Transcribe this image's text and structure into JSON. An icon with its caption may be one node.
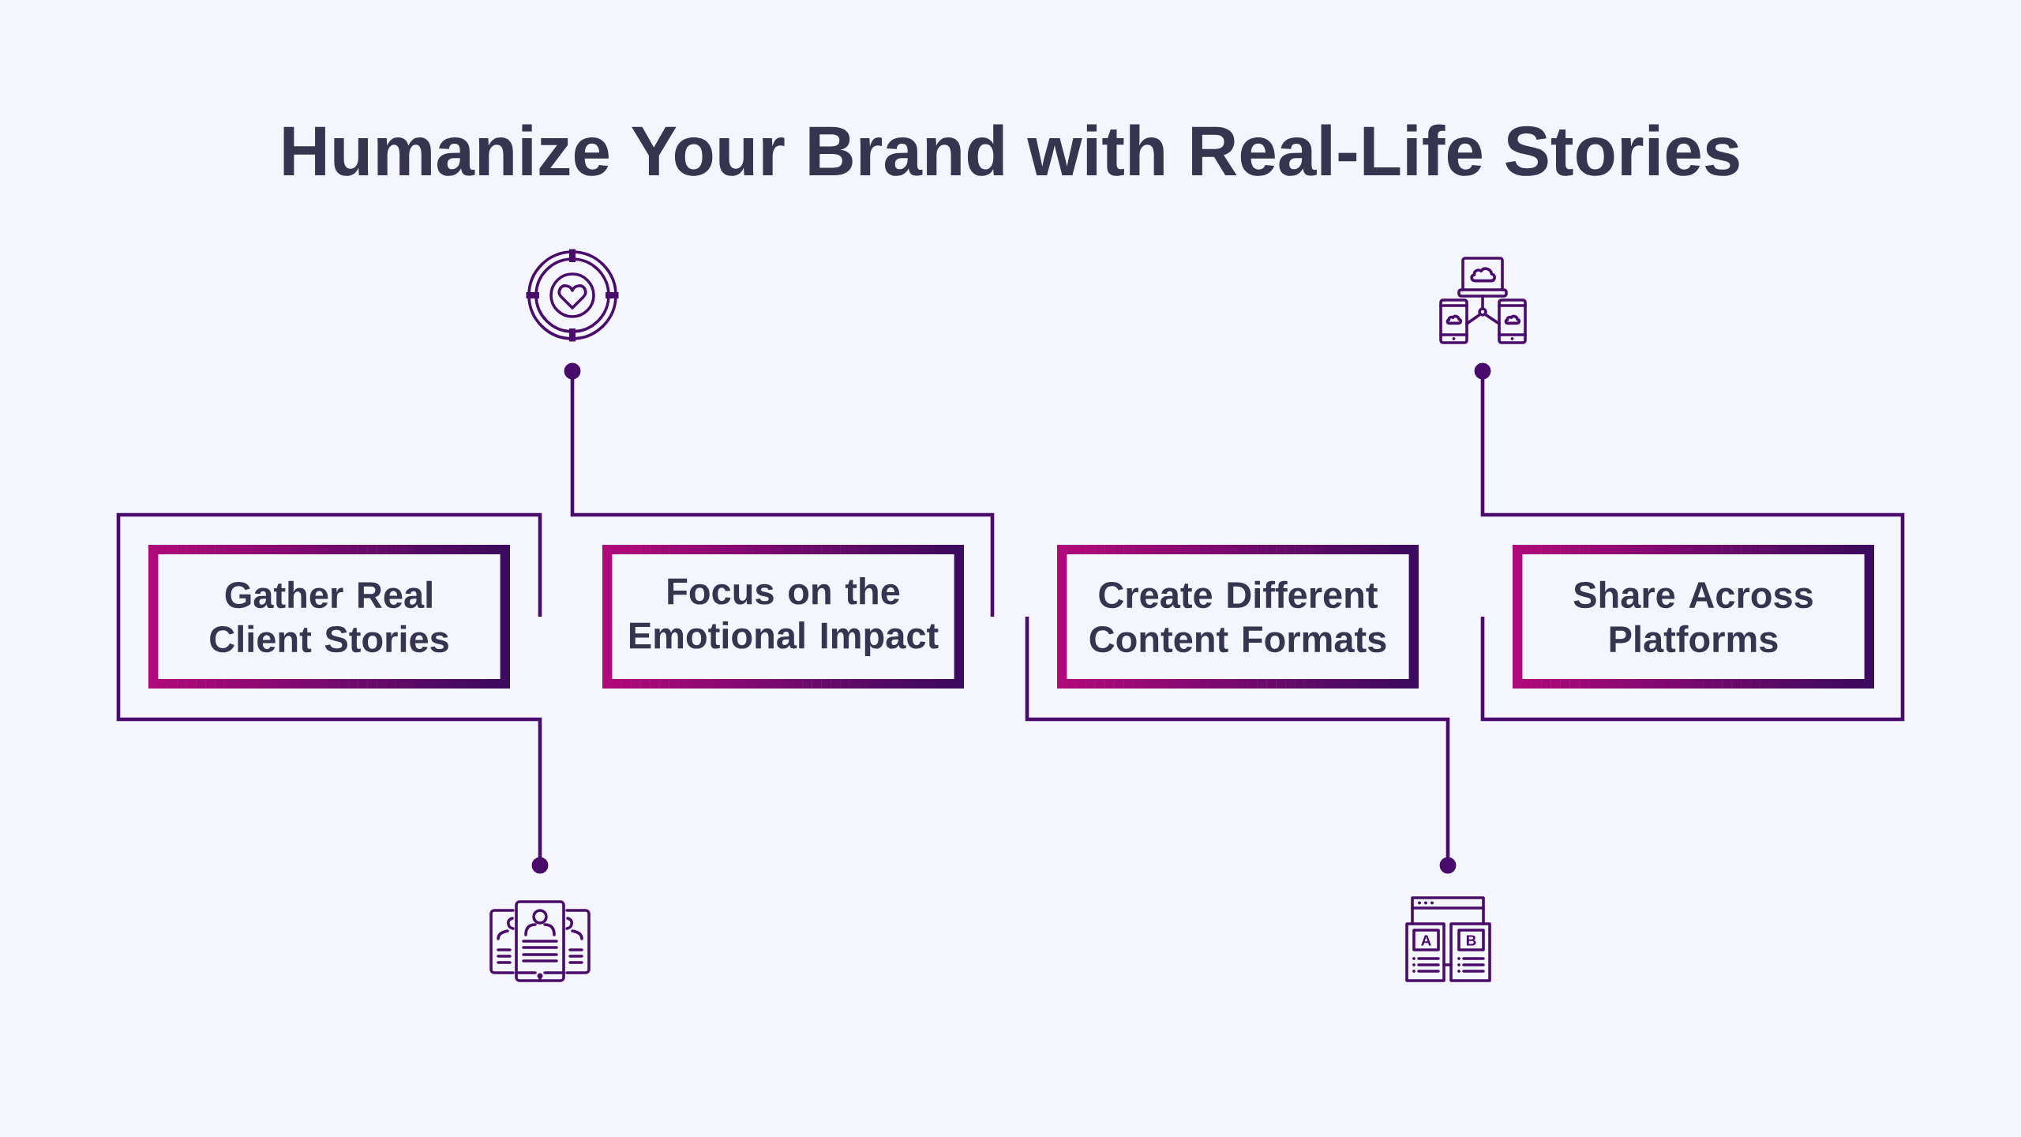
{
  "diagram": {
    "title": "Humanize Your Brand with Real-Life Stories",
    "nodes": [
      {
        "text": [
          "Gather Real Client Stories"
        ]
      },
      {
        "text": [
          "Focus on the Emotional Impact"
        ]
      },
      {
        "text": [
          "Create Different Content Formats"
        ]
      },
      {
        "text": [
          "Share Across Platforms"
        ]
      },
      {
        "text": [],
        "shape": "picture"
      },
      {
        "text": [],
        "shape": "picture"
      },
      {
        "text": [],
        "shape": "picture"
      },
      {
        "text": [],
        "shape": "picture"
      }
    ],
    "edges": [
      {
        "from": 0,
        "to": 4,
        "arrow": "other"
      },
      {
        "from": 1,
        "to": 5,
        "arrow": "other"
      },
      {
        "from": 2,
        "to": 6,
        "arrow": "other"
      },
      {
        "from": 3,
        "to": 7,
        "arrow": "other"
      }
    ],
    "labels": [
      "A",
      "B"
    ]
  }
}
